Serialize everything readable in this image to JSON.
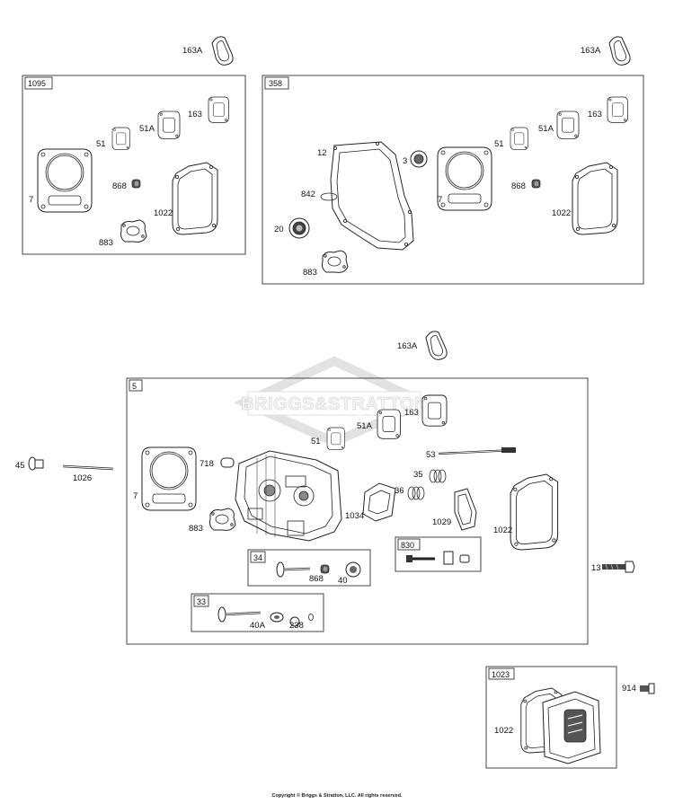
{
  "watermark": "BRIGGS&STRATTON",
  "copyright": "Copyright © Briggs & Stratton, LLC. All rights reserved.",
  "boxes": {
    "b1095": "1095",
    "b358": "358",
    "b5": "5",
    "b34": "34",
    "b33": "33",
    "b830": "830",
    "b1023": "1023"
  },
  "labels": {
    "l163a_1": "163A",
    "l163a_2": "163A",
    "l163a_3": "163A",
    "a_51": "51",
    "a_51a": "51A",
    "a_163": "163",
    "a_7": "7",
    "a_868": "868",
    "a_1022": "1022",
    "a_883": "883",
    "b_12": "12",
    "b_3": "3",
    "b_51": "51",
    "b_51a": "51A",
    "b_163": "163",
    "b_842": "842",
    "b_7": "7",
    "b_868": "868",
    "b_20": "20",
    "b_1022": "1022",
    "b_883": "883",
    "c_163": "163",
    "c_51a": "51A",
    "c_51": "51",
    "c_53": "53",
    "c_718": "718",
    "c_35": "35",
    "c_36": "36",
    "c_7": "7",
    "c_1034": "1034",
    "c_1029": "1029",
    "c_1022": "1022",
    "c_883": "883",
    "c_868": "868",
    "c_40": "40",
    "c_40a": "40A",
    "c_238": "238",
    "o_45": "45",
    "o_1026": "1026",
    "o_13": "13",
    "o_914": "914",
    "d_1022": "1022"
  }
}
